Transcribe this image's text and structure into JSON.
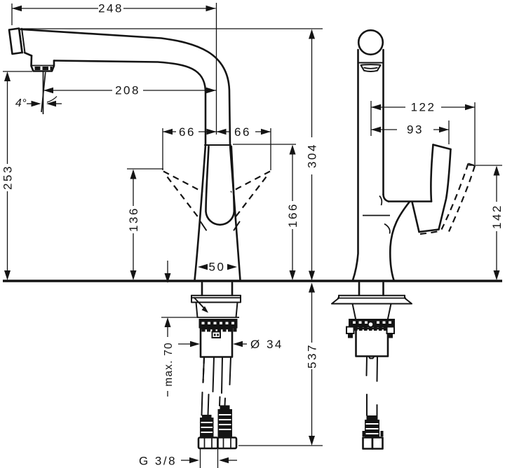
{
  "dims": {
    "total_reach": "248",
    "spout_projection": "208",
    "stream_angle": "4°",
    "swivel_left": "66",
    "swivel_right": "66",
    "outlet_height": "253",
    "lower_ref_height": "136",
    "base_width": "50",
    "total_height": "304",
    "joint_height": "166",
    "handle_reach_max": "122",
    "handle_reach": "93",
    "handle_height": "142",
    "counter_max_thickness": "max. 70",
    "shaft_diameter": "Ø 34",
    "below_counter_length": "537",
    "hose_thread": "G 3/8"
  }
}
